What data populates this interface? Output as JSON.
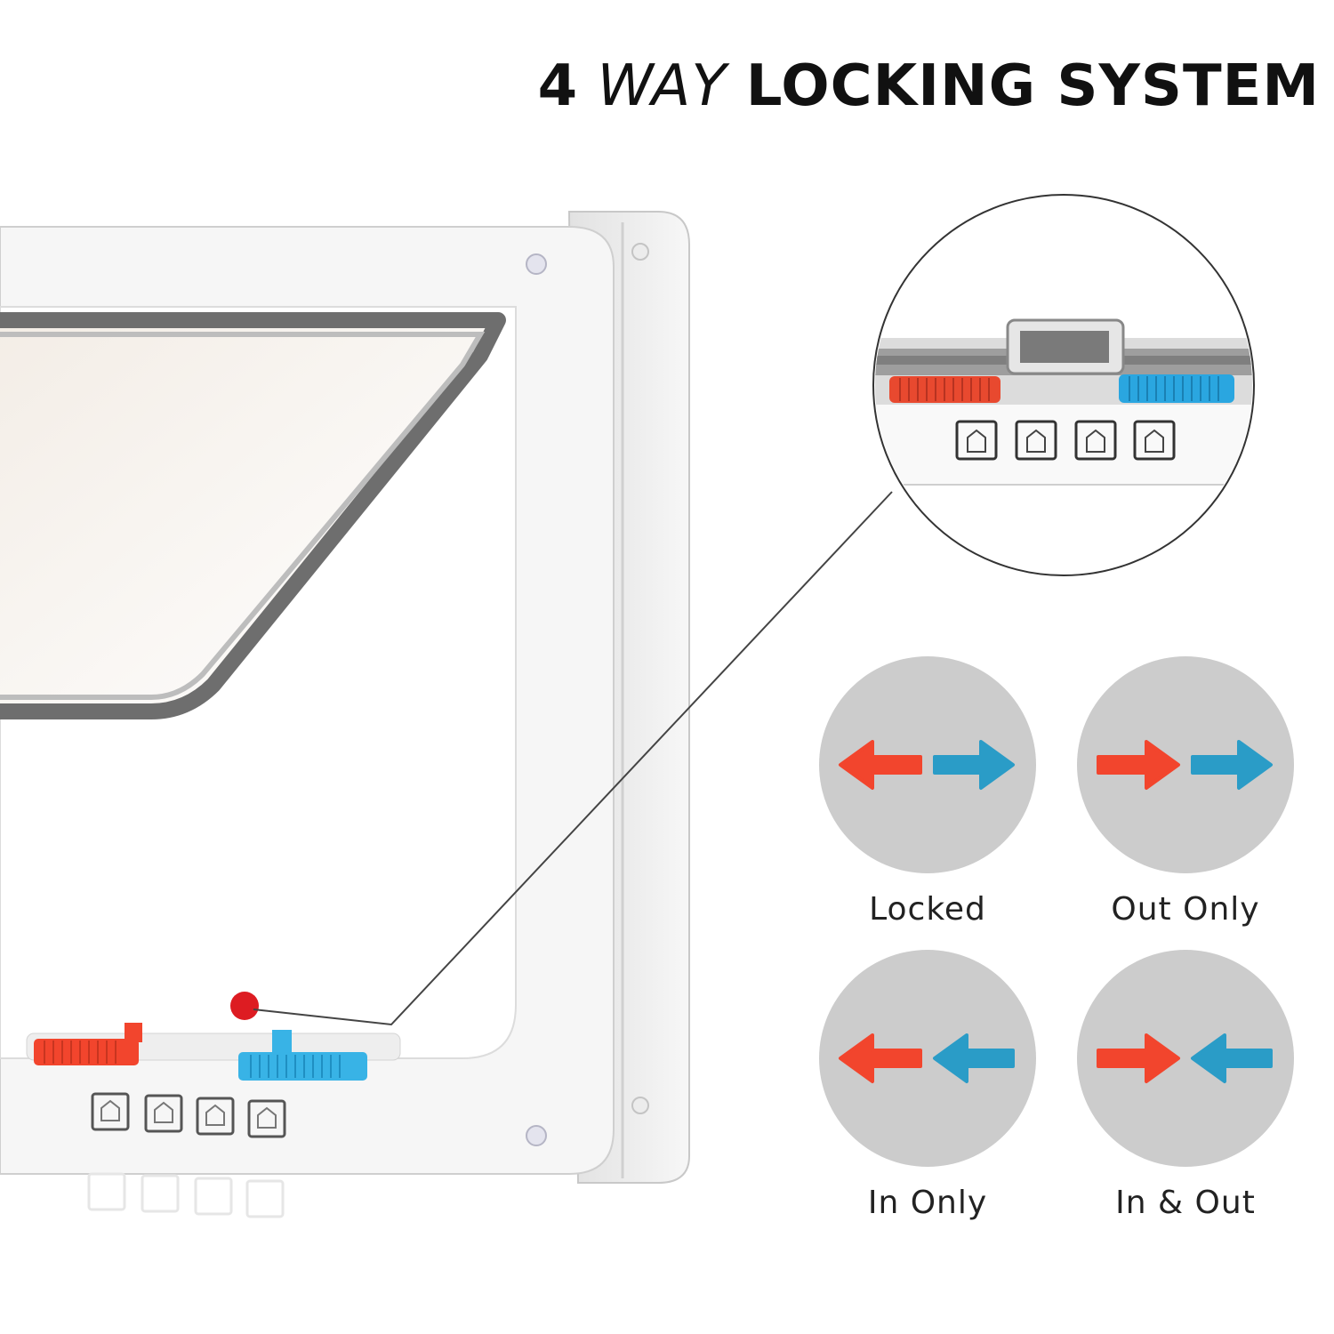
{
  "header": {
    "number": "4",
    "way": "WAY",
    "rest": "LOCKING SYSTEM"
  },
  "colors": {
    "red": "#f2452d",
    "blue": "#2a9cc7",
    "circle_bg": "#cccccc"
  },
  "modes": [
    {
      "label": "Locked",
      "red_arrow": "left",
      "blue_arrow": "right",
      "icon": "locked-icon"
    },
    {
      "label": "Out Only",
      "red_arrow": "right",
      "blue_arrow": "right",
      "icon": "out-only-icon"
    },
    {
      "label": "In Only",
      "red_arrow": "left",
      "blue_arrow": "left",
      "icon": "in-only-icon"
    },
    {
      "label": "In & Out",
      "red_arrow": "right",
      "blue_arrow": "left",
      "icon": "in-and-out-icon"
    }
  ]
}
